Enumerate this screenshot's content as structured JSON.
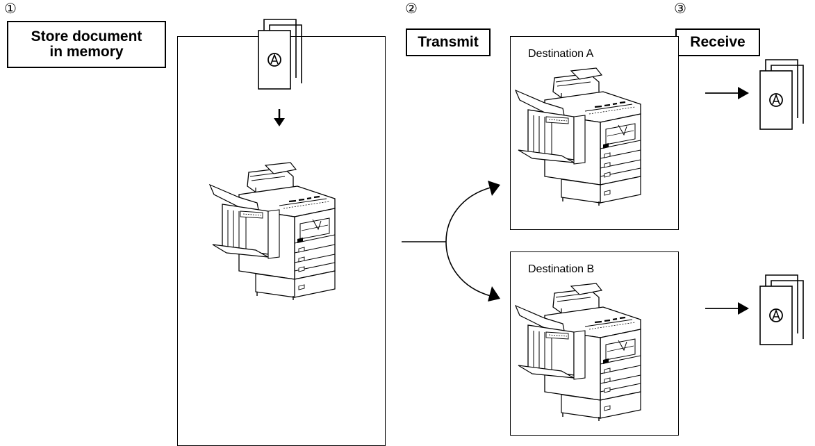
{
  "steps": [
    {
      "number": "①",
      "label_line1": "Store document",
      "label_line2": "in memory"
    },
    {
      "number": "②",
      "label": "Transmit"
    },
    {
      "number": "③",
      "label": "Receive"
    }
  ],
  "destinations": [
    {
      "label": "Destination A"
    },
    {
      "label": "Destination B"
    }
  ],
  "document_letter": "A",
  "icons": [
    "document-stack-icon",
    "down-arrow-icon",
    "copier-machine-icon",
    "arrow-right-icon"
  ]
}
